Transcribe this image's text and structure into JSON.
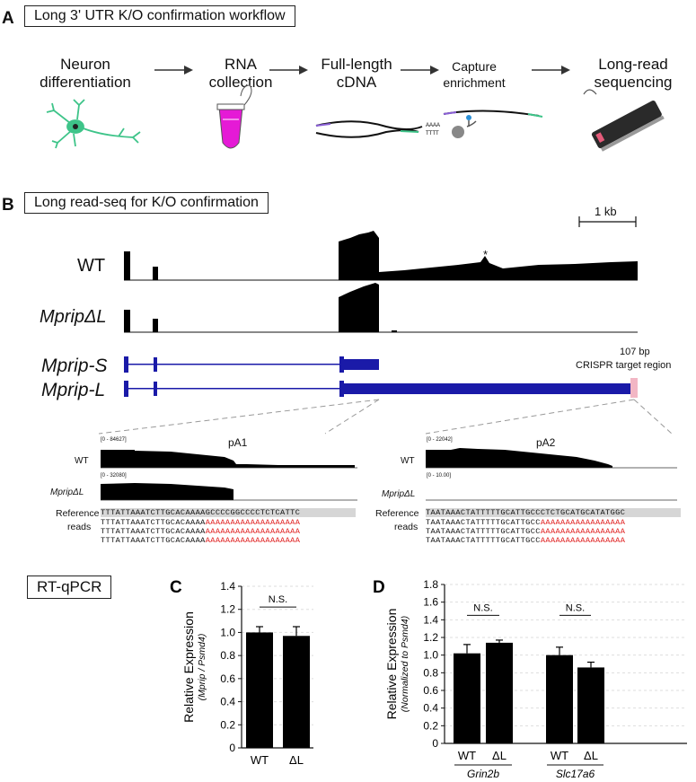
{
  "panel_a": {
    "letter": "A",
    "title": "Long 3' UTR K/O confirmation workflow",
    "steps": [
      {
        "line1": "Neuron",
        "line2": "differentiation"
      },
      {
        "line1": "RNA",
        "line2": "collection"
      },
      {
        "line1": "Full-length",
        "line2": "cDNA"
      },
      {
        "line1": "Capture",
        "line2": "enrichment"
      },
      {
        "line1": "Long-read",
        "line2": "sequencing"
      }
    ],
    "cdna_tail_top": "AAAA",
    "cdna_tail_bottom": "TTTT"
  },
  "panel_b": {
    "letter": "B",
    "title": "Long read-seq for K/O confirmation",
    "scale_label": "1 kb",
    "track_wt": "WT",
    "track_ko": "MpripΔL",
    "asterisk": "*",
    "gene_s": "Mprip-S",
    "gene_l": "Mprip-L",
    "crispr_line1": "107 bp",
    "crispr_line2": "CRISPR target region",
    "pa1": {
      "title": "pA1",
      "wt_label": "WT",
      "ko_label": "MpripΔL",
      "wt_range": "[0 - 84627]",
      "ko_range": "[0 - 32080]",
      "reference_label": "Reference",
      "reads_label": "reads",
      "reference_seq": "TTTATTAAATCTTGCACAAAAGCCCCGGCCCCTCTCATTC",
      "read_black": "TTTATTAAATCTTGCACAAAA",
      "read_red": "AAAAAAAAAAAAAAAAAAA"
    },
    "pa2": {
      "title": "pA2",
      "wt_label": "WT",
      "ko_label": "MpripΔL",
      "wt_range": "[0 - 22042]",
      "ko_range": "[0 - 10.00]",
      "reference_label": "Reference",
      "reads_label": "reads",
      "reference_seq": "TAATAAACTATTTTTGCATTGCCCTCTGCATGCATATGGC",
      "read_black": "TAATAAACTATTTTTGCATTGCC",
      "read_red": "AAAAAAAAAAAAAAAAA"
    }
  },
  "rtqpcr_title": "RT-qPCR",
  "chart_data": [
    {
      "letter": "C",
      "type": "bar",
      "categories": [
        "WT",
        "ΔL"
      ],
      "values": [
        1.0,
        0.97
      ],
      "errors": [
        0.05,
        0.08
      ],
      "ylim": [
        0,
        1.4
      ],
      "yticks": [
        "0",
        "0.2",
        "0.4",
        "0.6",
        "0.8",
        "1.0",
        "1.2",
        "1.4"
      ],
      "ylabel": "Relative Expression",
      "ylabel_sub": "(Mprip / Psmd4)",
      "significance": "N.S."
    },
    {
      "letter": "D",
      "type": "bar",
      "categories": [
        "WT",
        "ΔL",
        "WT",
        "ΔL"
      ],
      "groups": [
        "Grin2b",
        "Slc17a6"
      ],
      "values": [
        1.02,
        1.14,
        1.0,
        0.86
      ],
      "errors": [
        0.1,
        0.03,
        0.09,
        0.06
      ],
      "ylim": [
        0,
        1.8
      ],
      "yticks": [
        "0",
        "0.2",
        "0.4",
        "0.6",
        "0.8",
        "1.0",
        "1.2",
        "1.4",
        "1.6",
        "1.8"
      ],
      "ylabel": "Relative Expression",
      "ylabel_sub": "(Normalized to Psmd4)",
      "significance": [
        "N.S.",
        "N.S."
      ]
    }
  ]
}
